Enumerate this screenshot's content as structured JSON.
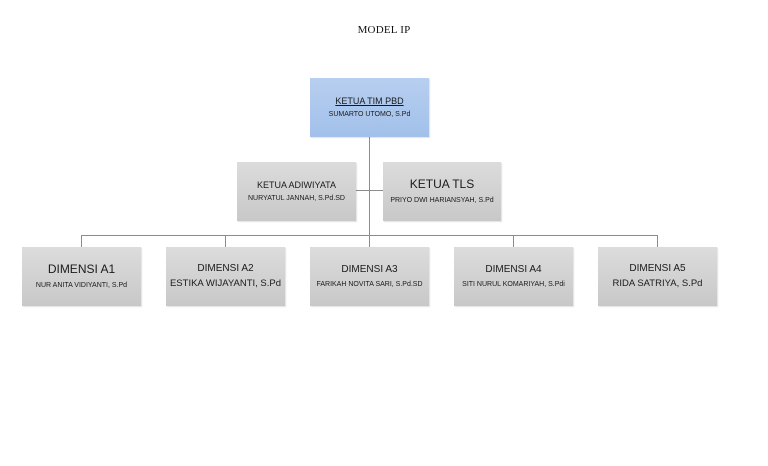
{
  "title": "MODEL IP",
  "root": {
    "role": "KETUA TIM PBD",
    "name": "SUMARTO UTOMO, S.Pd",
    "color": "#a7c4ec"
  },
  "level2": [
    {
      "role": "KETUA ADIWIYATA",
      "name": "NURYATUL JANNAH, S.Pd.SD"
    },
    {
      "role": "KETUA TLS",
      "name": "PRIYO DWI HARIANSYAH, S.Pd"
    }
  ],
  "level3": [
    {
      "role": "DIMENSI A1",
      "name": "NUR ANITA VIDIYANTI, S.Pd"
    },
    {
      "role": "DIMENSI A2",
      "name": "ESTIKA WIJAYANTI, S.Pd"
    },
    {
      "role": "DIMENSI A3",
      "name": "FARIKAH NOVITA SARI, S.Pd.SD"
    },
    {
      "role": "DIMENSI A4",
      "name": "SITI NURUL KOMARIYAH, S.Pdi"
    },
    {
      "role": "DIMENSI A5",
      "name": "RIDA SATRIYA, S.Pd"
    }
  ],
  "colors": {
    "box_grey": "#cfcfcf",
    "connector": "#8c8c8c"
  }
}
